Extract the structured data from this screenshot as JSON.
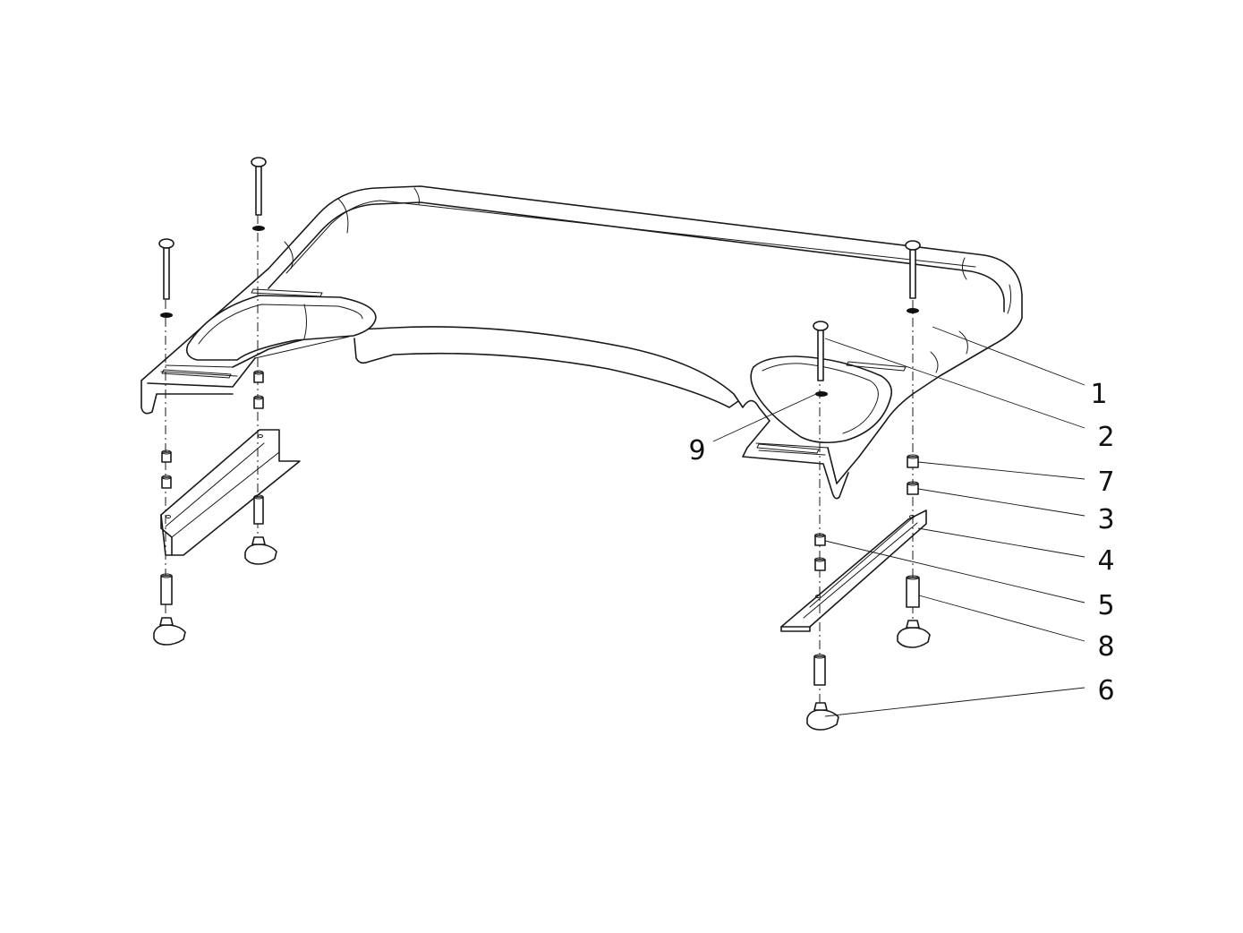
{
  "diagram": {
    "callouts": [
      {
        "id": "c1",
        "label": "1"
      },
      {
        "id": "c2",
        "label": "2"
      },
      {
        "id": "c7",
        "label": "7"
      },
      {
        "id": "c3",
        "label": "3"
      },
      {
        "id": "c4",
        "label": "4"
      },
      {
        "id": "c5",
        "label": "5"
      },
      {
        "id": "c8",
        "label": "8"
      },
      {
        "id": "c6",
        "label": "6"
      },
      {
        "id": "c9",
        "label": "9"
      }
    ]
  }
}
